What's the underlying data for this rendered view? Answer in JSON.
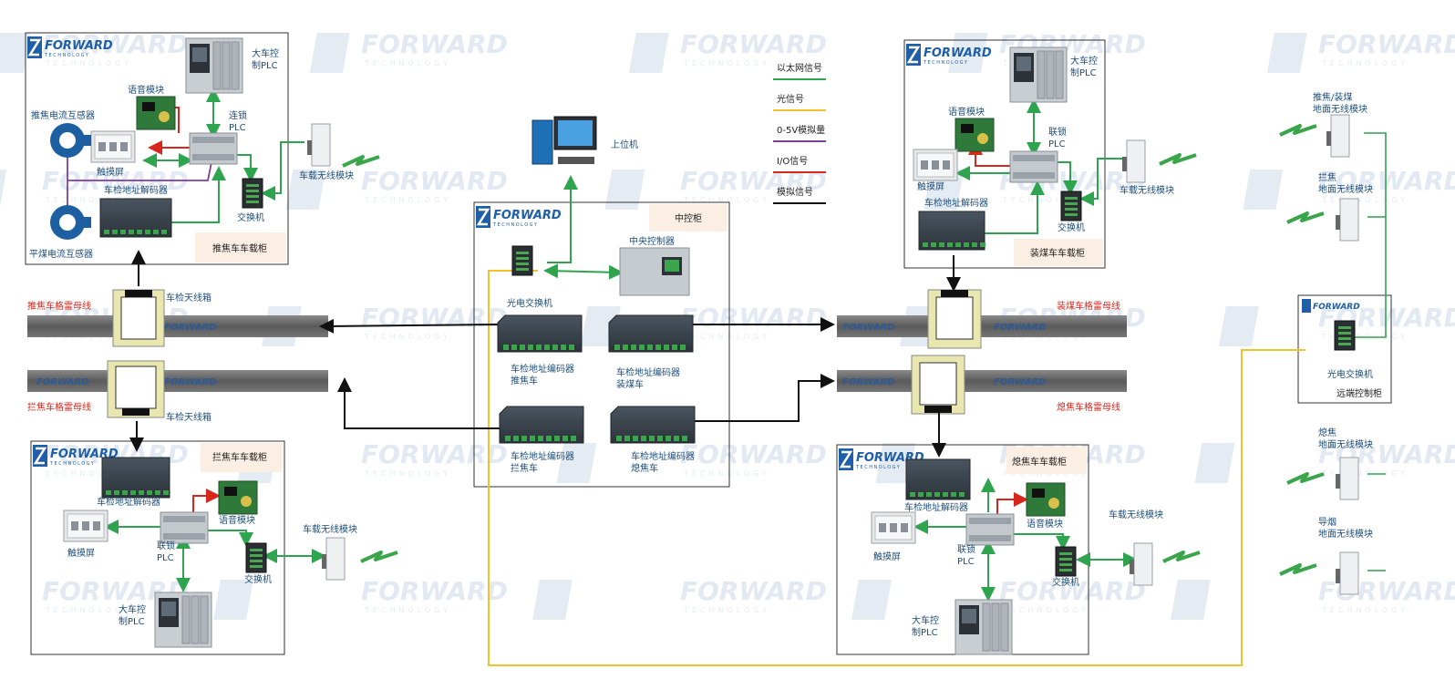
{
  "brand": {
    "name": "FORWARD",
    "sub": "TECHNOLOGY"
  },
  "legend": [
    {
      "label": "以太网信号",
      "color": "#2ea44f"
    },
    {
      "label": "光信号",
      "color": "#f0c22b"
    },
    {
      "label": "0-5V模拟量",
      "color": "#7b3fa0"
    },
    {
      "label": "I/O信号",
      "color": "#d9261c"
    },
    {
      "label": "模拟信号",
      "color": "#111111"
    }
  ],
  "cabinets": {
    "tuijiao": {
      "title": "推焦车车载柜",
      "plc": "大车控\n制PLC",
      "voice": "语音模块",
      "interlock": "连锁\nPLC",
      "current1": "推焦电流互感器",
      "touch": "触摸屏",
      "decoder": "车检地址解码器",
      "current2": "平煤电流互感器",
      "switch": "交换机",
      "wireless": "车载无线模块"
    },
    "lanjiao": {
      "title": "拦焦车车载柜",
      "decoder": "车检地址解码器",
      "voice": "语音模块",
      "touch": "触摸屏",
      "interlock": "联锁\nPLC",
      "switch": "交换机",
      "wireless": "车载无线模块",
      "plc": "大车控\n制PLC"
    },
    "zhuangmei": {
      "title": "装煤车车载柜",
      "plc": "大车控\n制PLC",
      "voice": "语音模块",
      "interlock": "联锁\nPLC",
      "touch": "触摸屏",
      "decoder": "车检地址解码器",
      "switch": "交换机",
      "wireless": "车载无线模块"
    },
    "xijiao": {
      "title": "熄焦车车载柜",
      "decoder": "车检地址解码器",
      "voice": "语音模块",
      "touch": "触摸屏",
      "interlock": "联锁\nPLC",
      "switch": "交换机",
      "wireless": "车载无线模块",
      "plc": "大车控\n制PLC"
    },
    "center": {
      "title": "中控柜",
      "host": "上位机",
      "controller": "中央控制器",
      "switch": "光电交换机",
      "enc1": "车检地址编码器\n推焦车",
      "enc2": "车检地址编码器\n装煤车",
      "enc3": "车检地址编码器\n拦焦车",
      "enc4": "车检地址编码器\n熄焦车"
    },
    "remote": {
      "title": "远端控制柜",
      "switch": "光电交换机"
    }
  },
  "rails": {
    "tuijiao": "推焦车格雷母线",
    "lanjiao": "拦焦车格雷母线",
    "zhuangmei": "装煤车格雷母线",
    "xijiao": "熄焦车格雷母线",
    "antenna": "车检天线箱"
  },
  "ground": {
    "g1": "推焦/装煤\n地面无线模块",
    "g2": "拦焦\n地面无线模块",
    "g3": "熄焦\n地面无线模块",
    "g4": "导烟\n地面无线模块"
  }
}
